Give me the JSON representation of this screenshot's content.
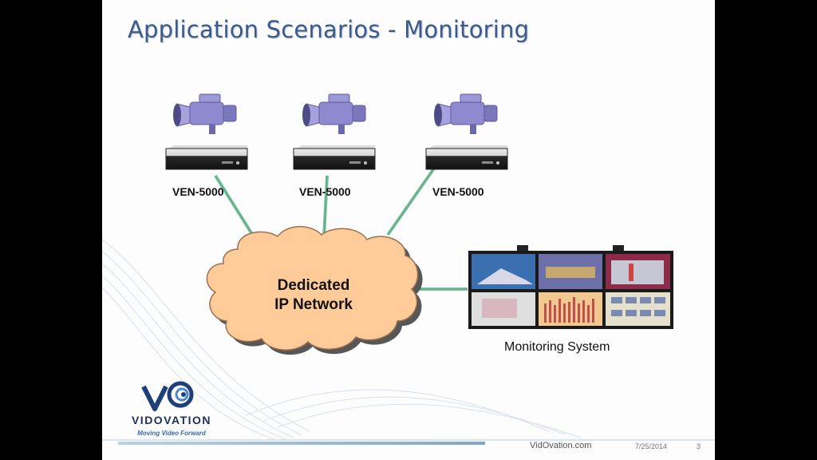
{
  "slide": {
    "title": "Application Scenarios - Monitoring",
    "encoders": [
      {
        "label": "VEN-5000"
      },
      {
        "label": "VEN-5000"
      },
      {
        "label": "VEN-5000"
      }
    ],
    "network_label_line1": "Dedicated",
    "network_label_line2": "IP Network",
    "monitoring_label": "Monitoring System",
    "logo": {
      "name": "VIDOVATION",
      "tagline": "Moving Video Forward"
    },
    "footer": {
      "url": "VidOvation.com",
      "date": "7/25/2014",
      "page": "3"
    }
  },
  "colors": {
    "title": "#3c5a8c",
    "cloud_fill": "#ffcc99",
    "link_lines": "#7cc4a0",
    "camera": "#8a85c8",
    "footer_bar": "#9bb8d8"
  },
  "icons": [
    "video-camera-icon",
    "encoder-appliance-icon",
    "network-cloud",
    "monitor-wall-icon",
    "vidovation-logo"
  ]
}
